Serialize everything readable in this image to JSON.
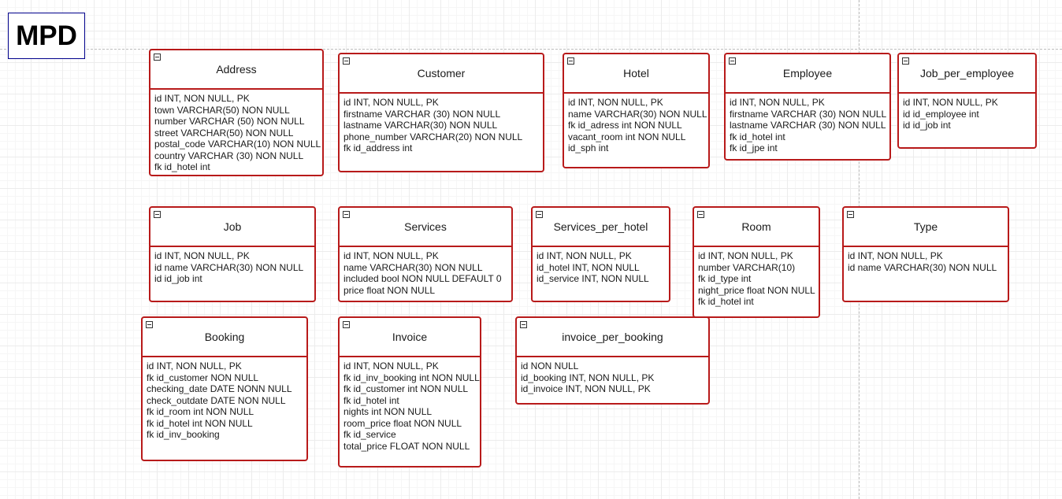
{
  "title": "MPD",
  "entities": {
    "address": {
      "name": "Address",
      "fields": [
        "id INT, NON NULL, PK",
        "town VARCHAR(50) NON NULL",
        "number VARCHAR (50) NON NULL",
        "street VARCHAR(50) NON NULL",
        "postal_code VARCHAR(10) NON NULL",
        "country VARCHAR (30) NON NULL",
        "fk id_hotel int"
      ]
    },
    "customer": {
      "name": "Customer",
      "fields": [
        "id INT, NON NULL, PK",
        "firstname VARCHAR (30) NON NULL",
        "lastname VARCHAR(30) NON NULL",
        "phone_number VARCHAR(20) NON NULL",
        "fk id_address int"
      ]
    },
    "hotel": {
      "name": "Hotel",
      "fields": [
        "id INT, NON NULL, PK",
        "name VARCHAR(30) NON NULL",
        "fk id_adress int NON NULL",
        "vacant_room int NON NULL",
        "id_sph int"
      ]
    },
    "employee": {
      "name": "Employee",
      "fields": [
        "id INT, NON NULL, PK",
        "firstname VARCHAR (30) NON NULL",
        "lastname VARCHAR (30) NON NULL",
        "fk id_hotel int",
        "fk id_jpe int"
      ]
    },
    "job_per_employee": {
      "name": "Job_per_employee",
      "fields": [
        "id INT, NON NULL, PK",
        "id id_employee int",
        "id id_job int"
      ]
    },
    "job": {
      "name": "Job",
      "fields": [
        "id INT, NON NULL, PK",
        "id name VARCHAR(30) NON NULL",
        "id id_job int"
      ]
    },
    "services": {
      "name": "Services",
      "fields": [
        "id INT, NON NULL, PK",
        "name VARCHAR(30) NON NULL",
        "included bool NON NULL DEFAULT 0",
        "price float NON NULL"
      ]
    },
    "services_per_hotel": {
      "name": "Services_per_hotel",
      "fields": [
        "id INT, NON NULL, PK",
        "id_hotel INT, NON NULL",
        "id_service INT, NON NULL"
      ]
    },
    "room": {
      "name": "Room",
      "fields": [
        "id INT, NON NULL, PK",
        "number VARCHAR(10)",
        "fk id_type int",
        "night_price float NON NULL",
        "fk id_hotel int"
      ]
    },
    "type": {
      "name": "Type",
      "fields": [
        "id INT, NON NULL, PK",
        "id name VARCHAR(30) NON NULL"
      ]
    },
    "booking": {
      "name": "Booking",
      "fields": [
        "id INT, NON NULL, PK",
        "fk id_customer NON NULL",
        "checking_date DATE NONN NULL",
        "check_outdate DATE NON NULL",
        "fk id_room int NON NULL",
        "fk id_hotel int NON NULL",
        "fk id_inv_booking"
      ]
    },
    "invoice": {
      "name": "Invoice",
      "fields": [
        "id INT, NON NULL, PK",
        "fk id_inv_booking int NON NULL",
        "fk id_customer int NON NULL",
        "fk id_hotel int",
        "nights int NON NULL",
        "room_price float NON NULL",
        "fk id_service",
        "total_price FLOAT NON NULL"
      ]
    },
    "invoice_per_booking": {
      "name": "invoice_per_booking",
      "fields": [
        "id NON NULL",
        "id_booking INT, NON NULL, PK",
        "id_invoice INT, NON NULL, PK"
      ]
    }
  }
}
